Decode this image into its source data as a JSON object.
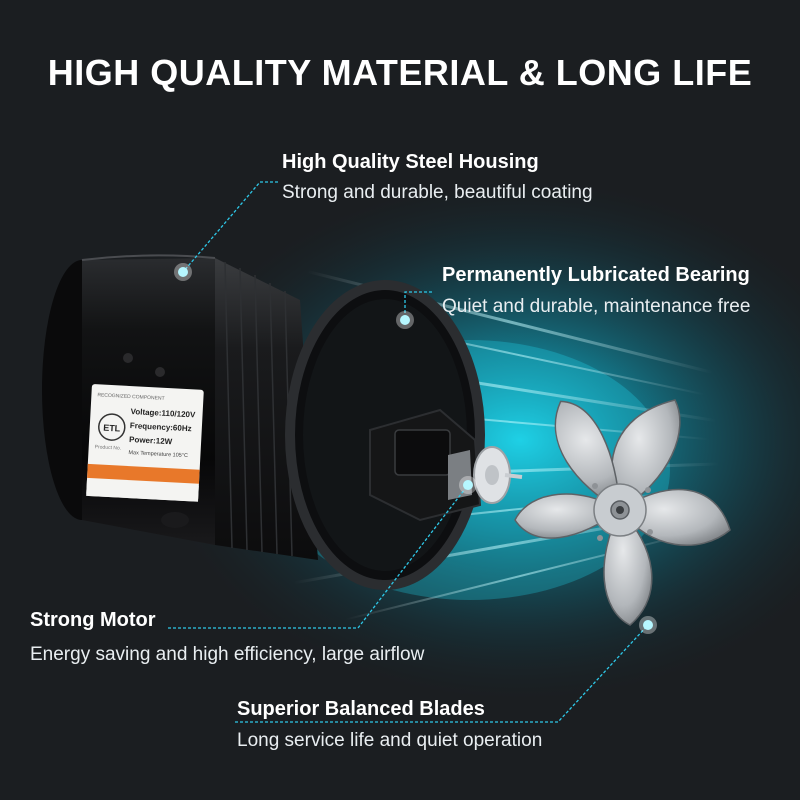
{
  "headline": "HIGH QUALITY MATERIAL & LONG LIFE",
  "colors": {
    "background": "#1b1e21",
    "glow": "#16d6f2",
    "callout_line": "#2ec8e8",
    "fan_body": "#0b0b0c",
    "blade": "#b9bcc0",
    "label_orange": "#e8782a"
  },
  "features": [
    {
      "title": "High Quality Steel Housing",
      "desc": "Strong and durable, beautiful coating"
    },
    {
      "title": "Permanently Lubricated Bearing",
      "desc": "Quiet and durable, maintenance free"
    },
    {
      "title": "Strong Motor",
      "desc": "Energy saving and high efficiency, large airflow"
    },
    {
      "title": "Superior Balanced Blades",
      "desc": "Long service life and quiet operation"
    }
  ],
  "product_label": {
    "brand": "RECOGNIZED COMPONENT",
    "mark": "ETL",
    "voltage": "Voltage:110/120V",
    "frequency": "Frequency:60Hz",
    "power": "Power:12W",
    "max_temp": "Max Temperature 105°C",
    "model": "Product No."
  }
}
